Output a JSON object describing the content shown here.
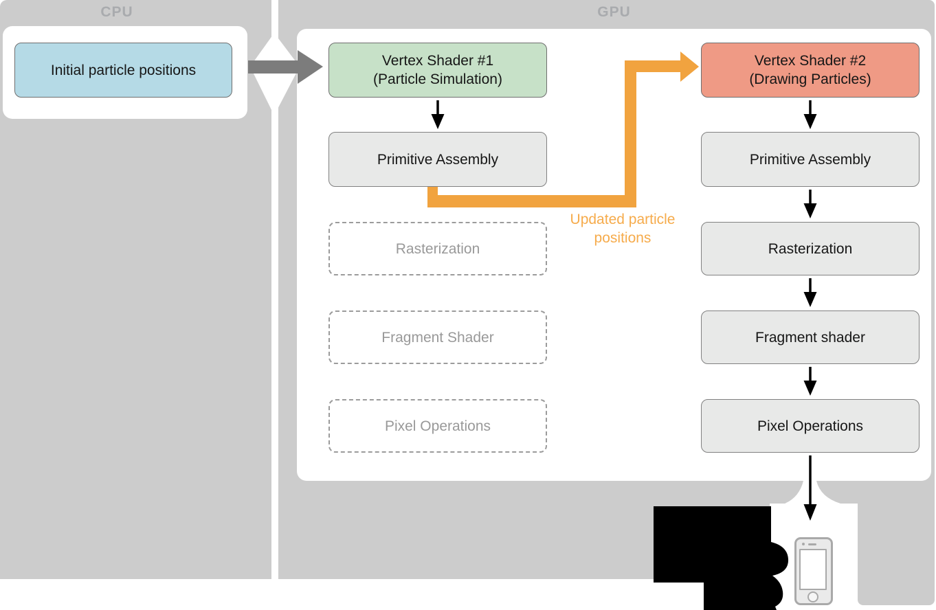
{
  "sections": {
    "cpu": {
      "label": "CPU",
      "box": {
        "label": "Initial particle positions"
      }
    },
    "gpu": {
      "label": "GPU",
      "simulation_pipeline": [
        {
          "label": "Vertex Shader #1",
          "sublabel": "(Particle Simulation)",
          "state": "active"
        },
        {
          "label": "Primitive Assembly",
          "state": "active"
        },
        {
          "label": "Rasterization",
          "state": "skipped"
        },
        {
          "label": "Fragment Shader",
          "state": "skipped"
        },
        {
          "label": "Pixel Operations",
          "state": "skipped"
        }
      ],
      "drawing_pipeline": [
        {
          "label": "Vertex Shader #2",
          "sublabel": "(Drawing Particles)",
          "state": "active"
        },
        {
          "label": "Primitive Assembly",
          "state": "active"
        },
        {
          "label": "Rasterization",
          "state": "active"
        },
        {
          "label": "Fragment shader",
          "state": "active"
        },
        {
          "label": "Pixel Operations",
          "state": "active"
        }
      ]
    }
  },
  "annotations": {
    "feedback_label": "Updated particle positions"
  },
  "colors": {
    "background_gray": "#CCCCCC",
    "section_label_gray": "#A9ABAE",
    "box_blue": "#B5DAE6",
    "box_green": "#C7E1C8",
    "box_red": "#EF9A85",
    "box_gray": "#E8E9E8",
    "dashed_gray": "#9B9B9B",
    "arrow_orange": "#F1A33F",
    "annotation_orange": "#F6AB4B",
    "arrow_dark_gray": "#7C7C7C",
    "arrow_black": "#000000"
  },
  "icons": {
    "device": "iphone-icon",
    "silhouette": "black-photo-silhouette",
    "cpu_gpu_transfer": "thick-right-arrow-icon"
  }
}
